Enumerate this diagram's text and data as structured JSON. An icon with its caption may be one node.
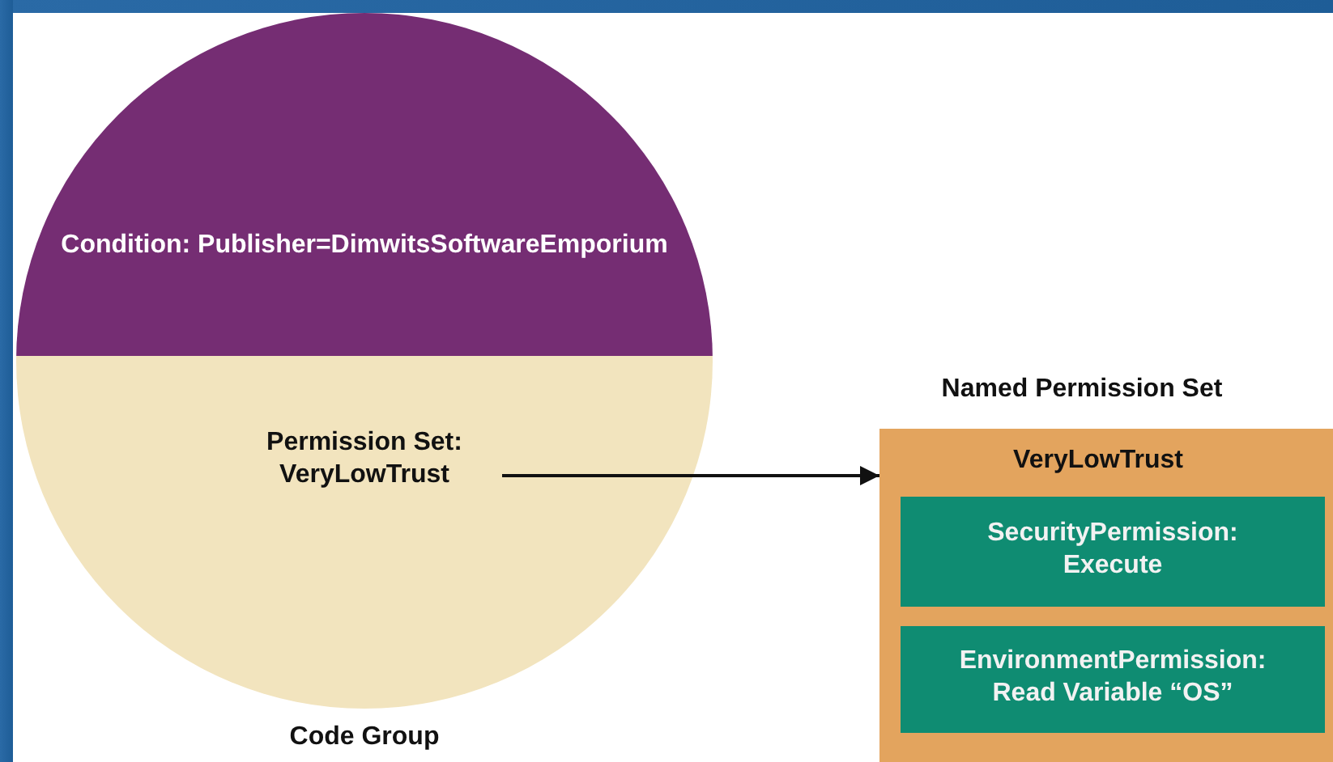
{
  "diagram": {
    "nodes": [
      {
        "text": [],
        "shape": "circle",
        "beside": [
          "Code Group"
        ]
      },
      {
        "text": [
          "Condition: Publisher=DimwitsSoftwareEmporium"
        ],
        "in": 0
      },
      {
        "text": [
          "Permission Set: VeryLowTrust"
        ],
        "in": 0
      },
      {
        "text": [
          "Named Permission Set",
          "VeryLowTrust"
        ]
      },
      {
        "text": [
          "SecurityPermission: Execute"
        ],
        "in": 3
      },
      {
        "text": [
          "EnvironmentPermission: Read Variable “OS”"
        ],
        "in": 3
      }
    ],
    "edges": [
      {
        "from": 2,
        "to": 3,
        "arrow": "to"
      }
    ]
  }
}
